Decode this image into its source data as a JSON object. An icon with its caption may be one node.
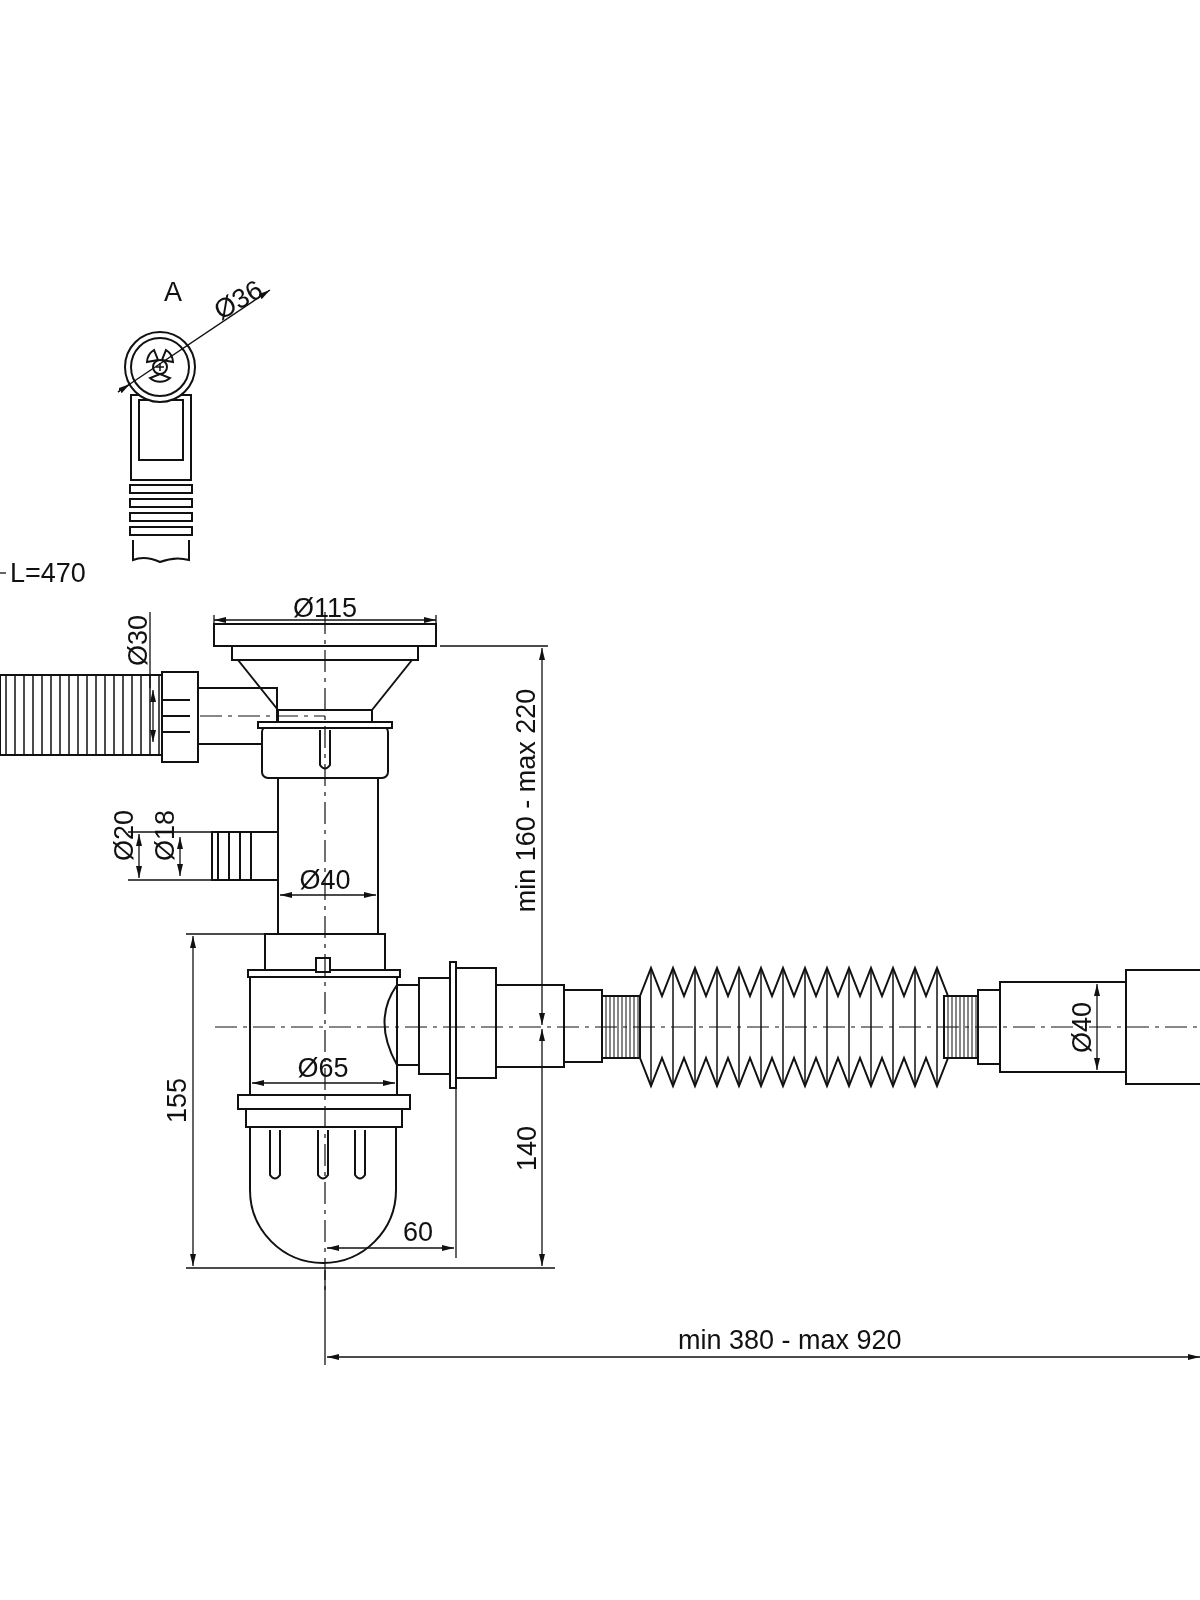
{
  "diagram": {
    "labels": [
      "A",
      "Ø36",
      "L=470",
      "Ø115",
      "Ø30",
      "min 160 - max 220",
      "Ø20",
      "Ø18",
      "Ø40",
      "Ø40",
      "Ø65",
      "155",
      "140",
      "60",
      "min 380 - max 920"
    ]
  }
}
